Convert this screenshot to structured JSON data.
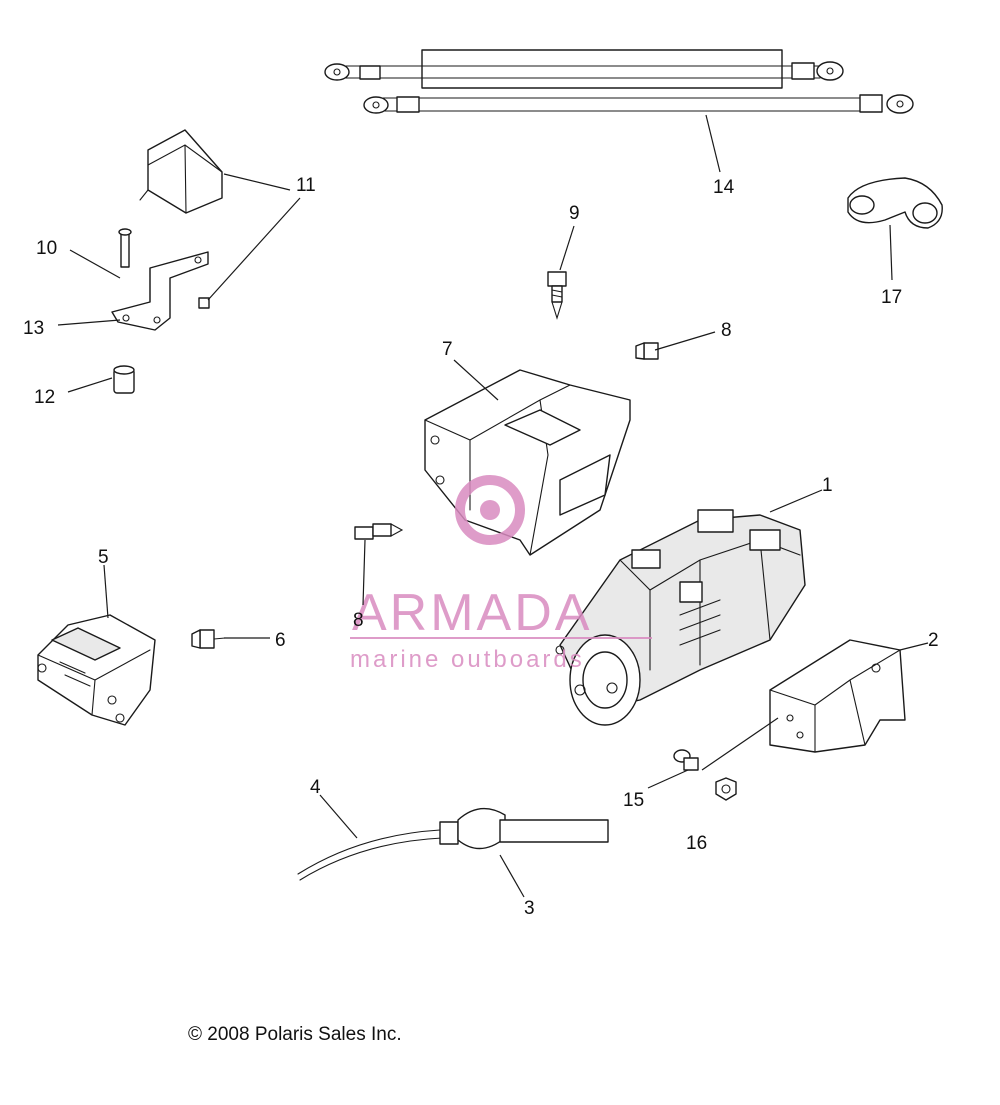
{
  "callouts": {
    "c1": "1",
    "c2": "2",
    "c3": "3",
    "c4": "4",
    "c5": "5",
    "c6": "6",
    "c7": "7",
    "c8a": "8",
    "c8b": "8",
    "c9": "9",
    "c10": "10",
    "c11": "11",
    "c12": "12",
    "c13": "13",
    "c14": "14",
    "c15": "15",
    "c16": "16",
    "c17": "17"
  },
  "watermark": {
    "brand": "ARMADA",
    "tagline": "marine outboards",
    "color": "#d98bc0"
  },
  "copyright": {
    "symbol": "©",
    "text": "2008 Polaris Sales Inc."
  }
}
